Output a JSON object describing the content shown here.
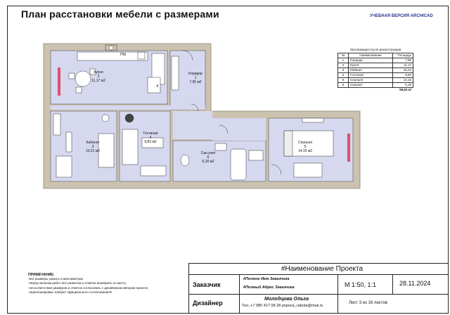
{
  "header": {
    "title": "План расстановки мебели с размерами",
    "watermark": "УЧЕБНАЯ ВЕРСИЯ ARCHICAD"
  },
  "explication": {
    "title": "Экспликация после реконструкции",
    "headers": [
      "№",
      "Наименование",
      "Площадь"
    ],
    "rows": [
      {
        "num": "1",
        "name": "Коридор",
        "area": "7,95"
      },
      {
        "num": "2",
        "name": "Кухня",
        "area": "11,17"
      },
      {
        "num": "3",
        "name": "Кабинет",
        "area": "10,21"
      },
      {
        "num": "4",
        "name": "Гостиная",
        "area": "9,83"
      },
      {
        "num": "5",
        "name": "Спальня",
        "area": "14,15"
      },
      {
        "num": "6",
        "name": "Санузел",
        "area": "6,18"
      }
    ],
    "total": "59,53 м²"
  },
  "rooms": [
    {
      "name": "Кухня",
      "num": "2",
      "area": "11,17 м2"
    },
    {
      "name": "Коридор",
      "num": "1",
      "area": "7,95 м2"
    },
    {
      "name": "Кабинет",
      "num": "3",
      "area": "10,21 м2"
    },
    {
      "name": "Гостиная",
      "num": "4",
      "area": "9,83 м2"
    },
    {
      "name": "Сан.узел",
      "num": "6",
      "area": "6,18 м2"
    },
    {
      "name": "Спальня",
      "num": "5",
      "area": "14,15 м2"
    }
  ],
  "plan_marks": {
    "pm": "ПМ",
    "k": "К"
  },
  "notes": {
    "heading": "ПРИМЕЧАНИЕ:",
    "items": [
      "-все размеры указать в миллиметрах",
      "-перед началом работ все разметки и отметки проверить по месту",
      "-несоответствие размеров и отметок согласовать с дизайнером-автором проекта",
      "-перепланировки требуют официального согласования!!!"
    ]
  },
  "title_block": {
    "project": "#Наименование Проекта",
    "customer_label": "Заказчик",
    "customer_name": "#Полное Имя Заказчика",
    "customer_address": "#Полный Адрес Заказчика",
    "scale": "М 1:50, 1:1",
    "date": "28.11.2024",
    "designer_label": "Дизайнер",
    "designer_name": "Молодцова Ольга",
    "contact": "Тел.:+7 985 417 08 28 popova_rabota@mail.ru",
    "sheet": "Лист 3 из 16 листов"
  },
  "colors": {
    "floor": "#d6d8f0",
    "wall": "#cbc3b0",
    "radiator": "#e0506a"
  }
}
